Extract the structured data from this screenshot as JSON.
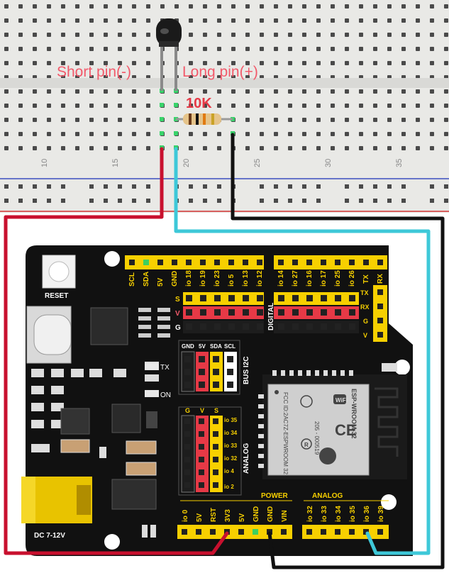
{
  "breadboard": {
    "column_numbers": [
      "10",
      "15",
      "20",
      "25",
      "30",
      "35"
    ],
    "labels": {
      "short_pin": "Short pin(-)",
      "long_pin": "Long pin(+)"
    },
    "resistor_label": "10K"
  },
  "board": {
    "reset_label": "RESET",
    "dc_label": "DC 7-12V",
    "tx_led_label": "TX",
    "on_led_label": "ON",
    "top_header_left": [
      "SCL",
      "SDA",
      "5V",
      "GND",
      "io 18",
      "io 19",
      "io 23",
      "io 5",
      "io 13",
      "io 12"
    ],
    "top_header_right": [
      "io 14",
      "io 27",
      "io 16",
      "io 17",
      "io 25",
      "io 26",
      "TX",
      "RX"
    ],
    "row_labels": {
      "s": "S",
      "v": "V",
      "g": "G"
    },
    "digital_label": "DIGITAL",
    "uart_labels": [
      "TX",
      "RX",
      "G",
      "V"
    ],
    "bus_i2c": {
      "title": "BUS I2C",
      "headers": [
        "GND",
        "5V",
        "SDA",
        "SCL"
      ]
    },
    "analog_block": {
      "title": "ANALOG",
      "headers": [
        "G",
        "V",
        "S"
      ],
      "pins": [
        "io 35",
        "io 34",
        "io 33",
        "io 32",
        "io 4",
        "io 2"
      ]
    },
    "power_label": "POWER",
    "analog_label": "ANALOG",
    "power_pins": [
      "io 0",
      "5V",
      "RST",
      "3V3",
      "5V",
      "GND",
      "GND",
      "VIN"
    ],
    "analog_pins": [
      "io 32",
      "io 33",
      "io 34",
      "io 35",
      "io 36",
      "io 39"
    ],
    "module": {
      "name": "ESP-WROOM-32",
      "fcc": "FCC ID:2AC7Z-ESPWROOM 32",
      "code": "205 - 000519",
      "wifi": "WiFi",
      "ce": "CE",
      "r": "R"
    }
  },
  "colors": {
    "wire_red": "#c8102e",
    "wire_cyan": "#3ec8d8",
    "wire_black": "#111111",
    "board": "#111111",
    "header_yellow": "#f7d000",
    "pin_red": "#e63946",
    "pin_label_red": "#f25a6b"
  }
}
